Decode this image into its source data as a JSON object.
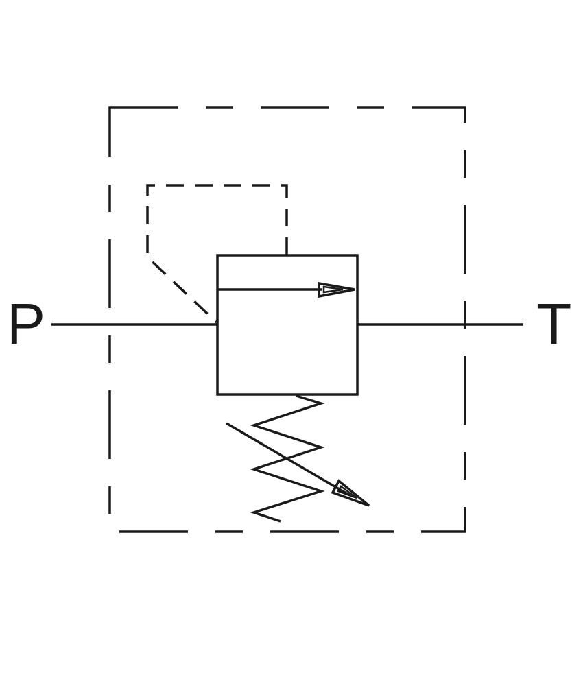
{
  "ports": {
    "inlet": "P",
    "outlet": "T"
  },
  "colors": {
    "stroke": "#1a1a1a",
    "background": "#ffffff"
  },
  "symbol": {
    "type": "pressure-relief-valve",
    "enclosure": "dashed-boundary",
    "spring": "adjustable"
  }
}
